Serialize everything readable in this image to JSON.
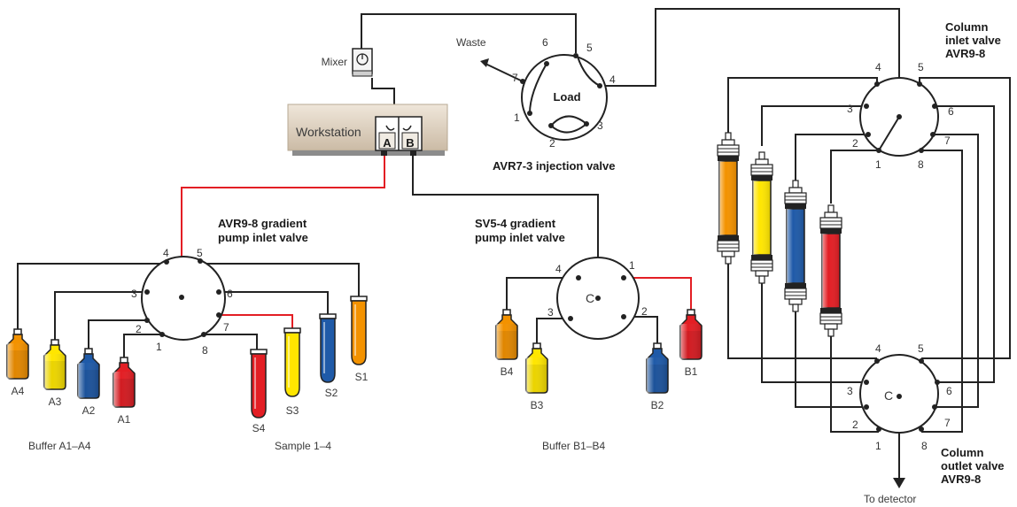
{
  "labels": {
    "mixer": "Mixer",
    "workstation": "Workstation",
    "ws_a": "A",
    "ws_b": "B",
    "waste": "Waste",
    "load": "Load",
    "injection_valve": "AVR7-3 injection valve",
    "gradient_a_line1": "AVR9-8 gradient",
    "gradient_a_line2": "pump inlet valve",
    "gradient_b_line1": "SV5-4 gradient",
    "gradient_b_line2": "pump inlet valve",
    "col_in_line1": "Column",
    "col_in_line2": "inlet valve",
    "col_in_line3": "AVR9-8",
    "col_out_line1": "Column",
    "col_out_line2": "outlet valve",
    "col_out_line3": "AVR9-8",
    "to_detector": "To detector",
    "buffer_a": "Buffer A1–A4",
    "sample": "Sample 1–4",
    "buffer_b": "Buffer B1–B4",
    "center_c": "C"
  },
  "bottles_a": [
    "A4",
    "A3",
    "A2",
    "A1"
  ],
  "samples": [
    "S4",
    "S3",
    "S2",
    "S1"
  ],
  "bottles_b": [
    "B4",
    "B3",
    "B2",
    "B1"
  ],
  "ports": {
    "p1": "1",
    "p2": "2",
    "p3": "3",
    "p4": "4",
    "p5": "5",
    "p6": "6",
    "p7": "7",
    "p8": "8"
  },
  "colors": {
    "orange": "#f39200",
    "yellow": "#ffe600",
    "blue": "#1f5aa8",
    "red": "#e31e24",
    "flow_red": "#e31e24",
    "tube": "#222222"
  }
}
